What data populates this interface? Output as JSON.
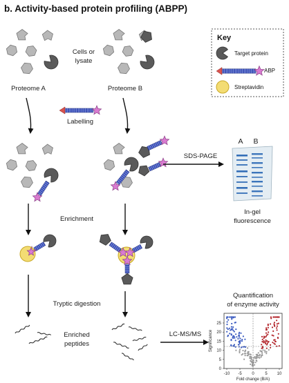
{
  "title": "b. Activity-based protein profiling (ABPP)",
  "key": {
    "heading": "Key",
    "items": [
      {
        "label": "Target protein",
        "icon": "pacman-protein-icon"
      },
      {
        "label": "ABP",
        "icon": "probe-icon"
      },
      {
        "label": "Streptavidin",
        "icon": "streptavidin-bead-icon"
      }
    ]
  },
  "labels": {
    "cells_line1": "Cells or",
    "cells_line2": "lysate",
    "proteome_a": "Proteome A",
    "proteome_b": "Proteome B",
    "labelling": "Labelling",
    "sds_page": "SDS-PAGE",
    "lane_a": "A",
    "lane_b": "B",
    "ingel_line1": "In-gel",
    "ingel_line2": "fluorescence",
    "enrichment": "Enrichment",
    "tryptic": "Tryptic digestion",
    "enriched_line1": "Enriched",
    "enriched_line2": "peptides",
    "lcms": "LC-MS/MS",
    "quant_line1": "Quantification",
    "quant_line2": "of enzyme activity"
  },
  "colors": {
    "protein_gray": "#b8b8b8",
    "target_dark": "#5a5a5a",
    "probe_red": "#d9534f",
    "probe_blue": "#3b4fb5",
    "probe_star": "#d97bd0",
    "streptavidin": "#f3dc73",
    "gel_band": "#1f5fb0",
    "volcano_blue": "#3b5bc0",
    "volcano_red": "#b3262c"
  },
  "volcano": {
    "xlabel": "Fold change (B/A)",
    "ylabel": "Significance",
    "x_ticks": [
      "-10",
      "-5",
      "0",
      "5",
      "10"
    ],
    "y_ticks": [
      "0",
      "5",
      "10",
      "15",
      "20",
      "25"
    ]
  }
}
